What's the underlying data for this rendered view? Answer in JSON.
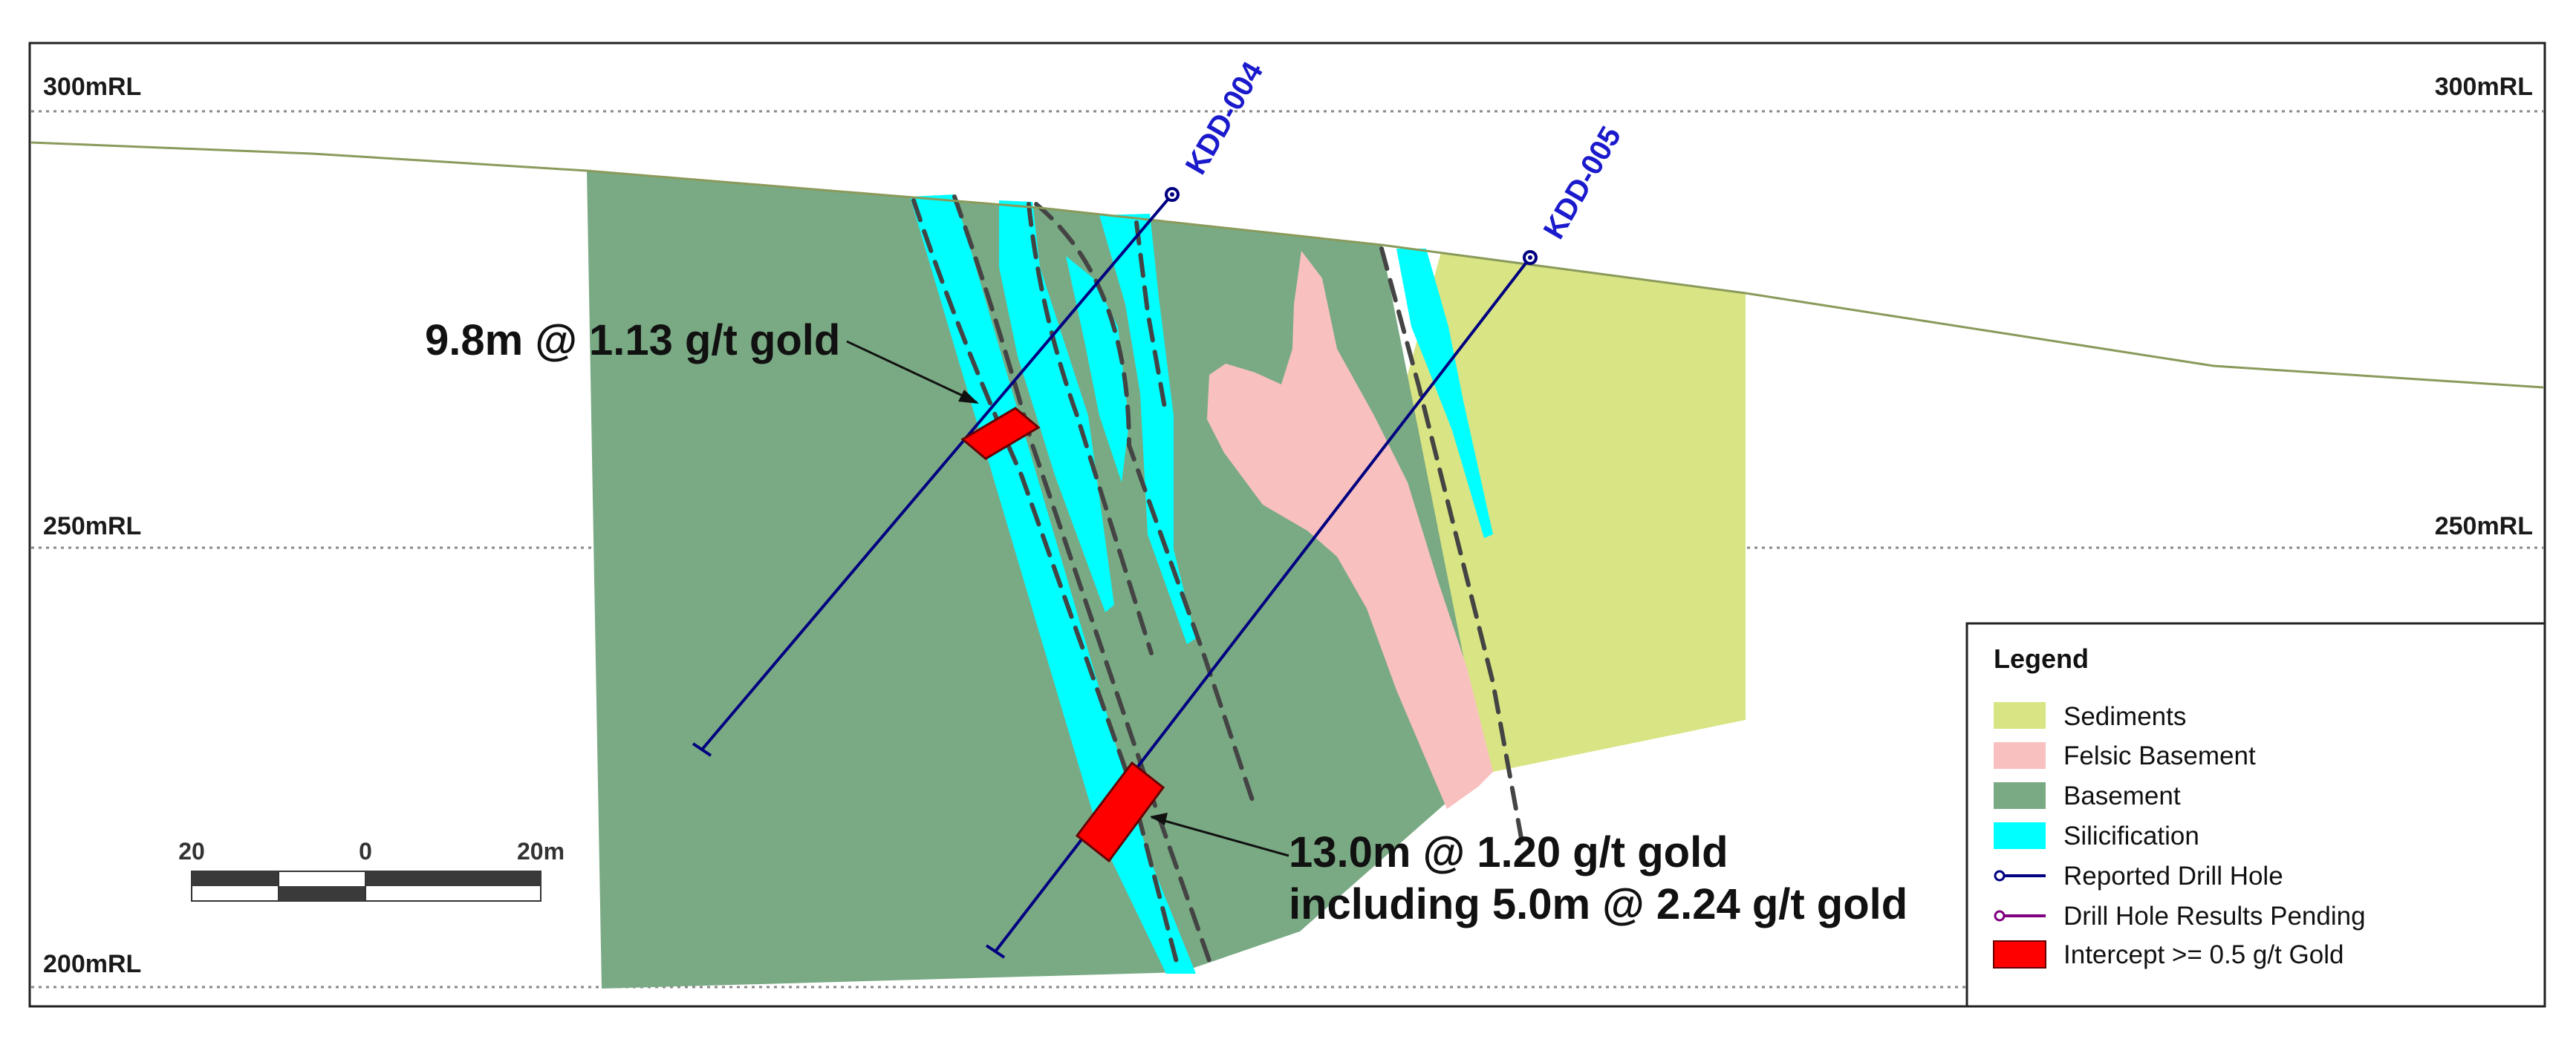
{
  "levels": {
    "rl300_left": "300mRL",
    "rl300_right": "300mRL",
    "rl250_left": "250mRL",
    "rl250_right": "250mRL",
    "rl200_left": "200mRL"
  },
  "drill_holes": [
    {
      "id": "KDD-004"
    },
    {
      "id": "KDD-005"
    }
  ],
  "annotations": {
    "intercept_1": "9.8m @ 1.13 g/t gold",
    "intercept_2_line1": "13.0m @ 1.20 g/t gold",
    "intercept_2_line2": "including 5.0m @ 2.24 g/t gold"
  },
  "scale_bar": {
    "left": "20",
    "center": "0",
    "right": "20m"
  },
  "legend": {
    "title": "Legend",
    "items": [
      {
        "label": "Sediments",
        "kind": "fill",
        "color": "#d9e484"
      },
      {
        "label": "Felsic Basement",
        "kind": "fill",
        "color": "#f9c0c0"
      },
      {
        "label": "Basement",
        "kind": "fill",
        "color": "#7aaa84"
      },
      {
        "label": "Silicification",
        "kind": "fill",
        "color": "#00ffff"
      },
      {
        "label": "Reported Drill Hole",
        "kind": "line",
        "color": "#000080"
      },
      {
        "label": "Drill Hole Results Pending",
        "kind": "line",
        "color": "#800080"
      },
      {
        "label": "Intercept >= 0.5 g/t Gold",
        "kind": "fill",
        "color": "#ff0000"
      }
    ]
  },
  "colors": {
    "sediments": "#d9e484",
    "felsic_basement": "#f9c0c0",
    "basement": "#7aaa84",
    "silicification": "#00ffff",
    "drill_hole": "#000080",
    "intercept": "#ff0000",
    "topography": "#8a9a5b",
    "fault": "#444444"
  }
}
